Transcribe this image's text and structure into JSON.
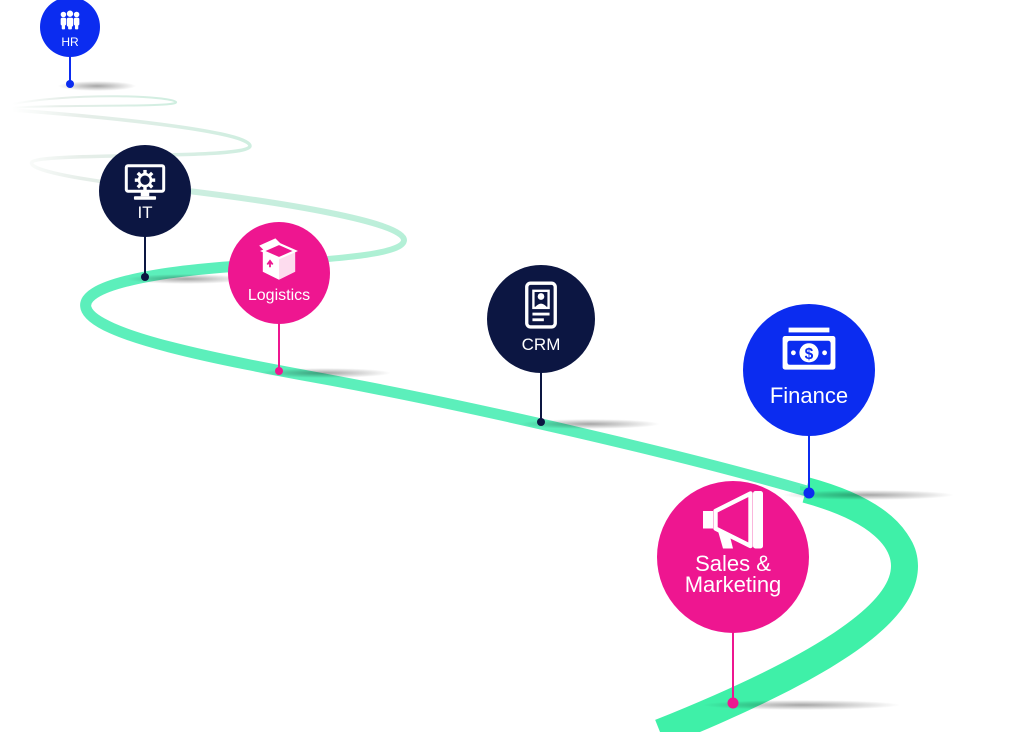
{
  "colors": {
    "blue": "#0b2cf0",
    "navy": "#0c1642",
    "magenta": "#ee1690",
    "road": "#4ef0b4",
    "road_far": "#d9f3ea",
    "background": "#ffffff"
  },
  "milestones": [
    {
      "id": "hr",
      "label_lines": [
        "HR"
      ],
      "color": "blue",
      "icon": "people-icon"
    },
    {
      "id": "it",
      "label_lines": [
        "IT"
      ],
      "color": "navy",
      "icon": "monitor-gear-icon"
    },
    {
      "id": "logistics",
      "label_lines": [
        "Logistics"
      ],
      "color": "magenta",
      "icon": "package-icon"
    },
    {
      "id": "crm",
      "label_lines": [
        "CRM"
      ],
      "color": "navy",
      "icon": "contact-card-icon"
    },
    {
      "id": "finance",
      "label_lines": [
        "Finance"
      ],
      "color": "blue",
      "icon": "cash-icon"
    },
    {
      "id": "sales",
      "label_lines": [
        "Sales &",
        "Marketing"
      ],
      "color": "magenta",
      "icon": "megaphone-icon"
    }
  ]
}
